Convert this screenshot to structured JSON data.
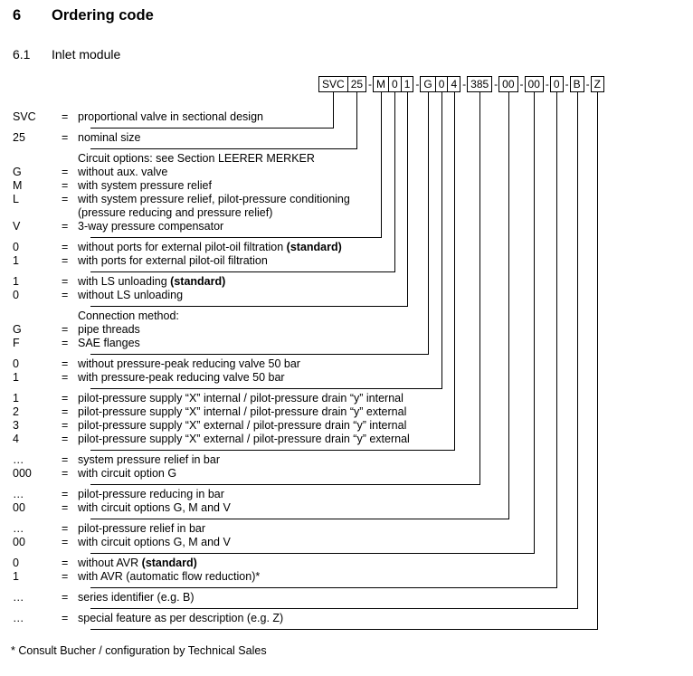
{
  "page": {
    "heading": {
      "number": "6",
      "title": "Ordering code"
    },
    "subheading": {
      "number": "6.1",
      "title": "Inlet module"
    },
    "footnote": "* Consult Bucher / configuration by Technical Sales"
  },
  "ordering_code": {
    "separator": "-",
    "segments": [
      [
        "SVC",
        "25"
      ],
      [
        "M",
        "0",
        "1"
      ],
      [
        "G",
        "0",
        "4"
      ],
      [
        "385"
      ],
      [
        "00"
      ],
      [
        "00"
      ],
      [
        "0"
      ],
      [
        "B"
      ],
      [
        "Z"
      ]
    ]
  },
  "legend": {
    "eq_symbol": "=",
    "groups": [
      {
        "box_index": 0,
        "rows": [
          {
            "code": "SVC",
            "text": "proportional valve in sectional design"
          }
        ]
      },
      {
        "box_index": 1,
        "rows": [
          {
            "code": "25",
            "text": "nominal size"
          }
        ]
      },
      {
        "box_index": 2,
        "rows": [
          {
            "code": "",
            "text": "Circuit options: see Section LEERER MERKER"
          },
          {
            "code": "G",
            "text": "without aux. valve"
          },
          {
            "code": "M",
            "text": "with system pressure relief"
          },
          {
            "code": "L",
            "text": "with system pressure relief, pilot-pressure conditioning"
          },
          {
            "code": "",
            "text": "(pressure reducing and pressure relief)"
          },
          {
            "code": "V",
            "text": "3-way pressure compensator"
          }
        ]
      },
      {
        "box_index": 3,
        "rows": [
          {
            "code": "0",
            "text": "without ports for external pilot-oil filtration",
            "bold": "(standard)"
          },
          {
            "code": "1",
            "text": "with ports for external pilot-oil filtration"
          }
        ]
      },
      {
        "box_index": 4,
        "rows": [
          {
            "code": "1",
            "text": "with LS unloading",
            "bold": "(standard)"
          },
          {
            "code": "0",
            "text": "without LS unloading"
          }
        ]
      },
      {
        "box_index": 5,
        "rows": [
          {
            "code": "",
            "text": "Connection method:"
          },
          {
            "code": "G",
            "text": "pipe threads"
          },
          {
            "code": "F",
            "text": "SAE flanges"
          }
        ]
      },
      {
        "box_index": 6,
        "rows": [
          {
            "code": "0",
            "text": "without pressure-peak reducing valve 50 bar"
          },
          {
            "code": "1",
            "text": "with pressure-peak reducing valve 50 bar"
          }
        ]
      },
      {
        "box_index": 7,
        "rows": [
          {
            "code": "1",
            "text": "pilot-pressure supply “X” internal / pilot-pressure drain “y” internal"
          },
          {
            "code": "2",
            "text": "pilot-pressure supply “X” internal / pilot-pressure drain “y” external"
          },
          {
            "code": "3",
            "text": "pilot-pressure supply “X” external / pilot-pressure drain “y” internal"
          },
          {
            "code": "4",
            "text": "pilot-pressure supply “X” external / pilot-pressure drain “y” external"
          }
        ]
      },
      {
        "box_index": 8,
        "rows": [
          {
            "code": "…",
            "text": "system pressure relief in bar"
          },
          {
            "code": "000",
            "text": "with circuit option G"
          }
        ]
      },
      {
        "box_index": 9,
        "rows": [
          {
            "code": "…",
            "text": "pilot-pressure reducing in bar"
          },
          {
            "code": "00",
            "text": "with circuit options G, M and V"
          }
        ]
      },
      {
        "box_index": 10,
        "rows": [
          {
            "code": "…",
            "text": "pilot-pressure relief in bar"
          },
          {
            "code": "00",
            "text": "with circuit options G, M and V"
          }
        ]
      },
      {
        "box_index": 11,
        "rows": [
          {
            "code": "0",
            "text": "without AVR",
            "bold": "(standard)"
          },
          {
            "code": "1",
            "text": "with AVR (automatic flow reduction)*"
          }
        ]
      },
      {
        "box_index": 12,
        "rows": [
          {
            "code": "…",
            "text": "series identifier (e.g. B)"
          }
        ]
      },
      {
        "box_index": 13,
        "rows": [
          {
            "code": "…",
            "text": "special feature as per description (e.g. Z)"
          }
        ]
      }
    ]
  }
}
